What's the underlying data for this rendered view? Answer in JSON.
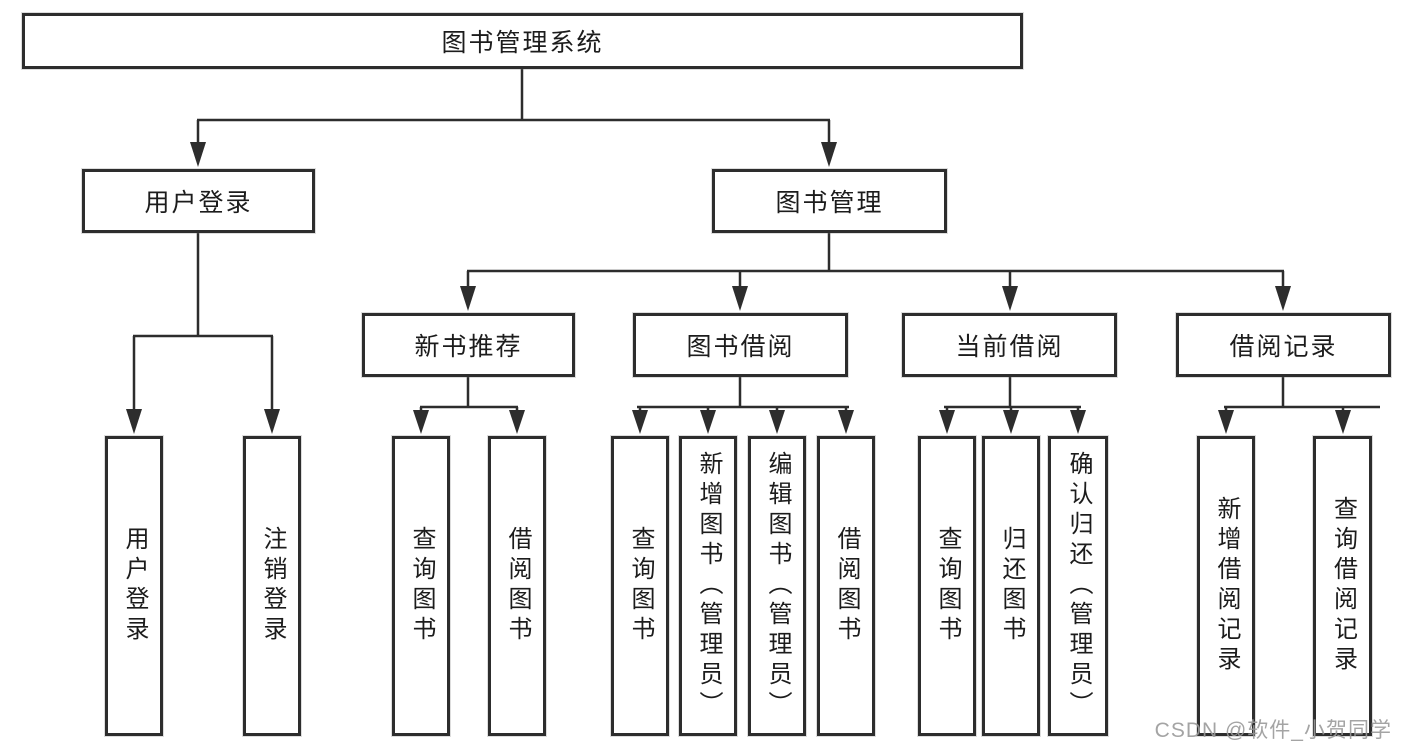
{
  "diagram": {
    "root": {
      "label": "图书管理系统"
    },
    "user_login": {
      "label": "用户登录",
      "children": {
        "login": {
          "label": "用户登录"
        },
        "logout": {
          "label": "注销登录"
        }
      }
    },
    "book_management": {
      "label": "图书管理",
      "children": {
        "new_book_recommendation": {
          "label": "新书推荐",
          "children": {
            "query_books": {
              "label": "查询图书"
            },
            "borrow_books": {
              "label": "借阅图书"
            }
          }
        },
        "book_borrowing": {
          "label": "图书借阅",
          "children": {
            "query_books": {
              "label": "查询图书"
            },
            "add_books_admin": {
              "label": "新增图书（管理员）"
            },
            "edit_books_admin": {
              "label": "编辑图书（管理员）"
            },
            "borrow_books": {
              "label": "借阅图书"
            }
          }
        },
        "current_borrowing": {
          "label": "当前借阅",
          "children": {
            "query_books": {
              "label": "查询图书"
            },
            "return_books": {
              "label": "归还图书"
            },
            "confirm_return_admin": {
              "label": "确认归还（管理员）"
            }
          }
        },
        "borrowing_records": {
          "label": "借阅记录",
          "children": {
            "add_borrow_record": {
              "label": "新增借阅记录"
            },
            "query_borrow_record": {
              "label": "查询借阅记录"
            }
          }
        }
      }
    }
  },
  "watermark": "CSDN @软件_小贺同学",
  "colors": {
    "line": "#2d2d2d",
    "text": "#1c1c1c",
    "node_background": "#ffffff",
    "page_background": "#ffffff",
    "watermark": "#9a9a9a"
  }
}
